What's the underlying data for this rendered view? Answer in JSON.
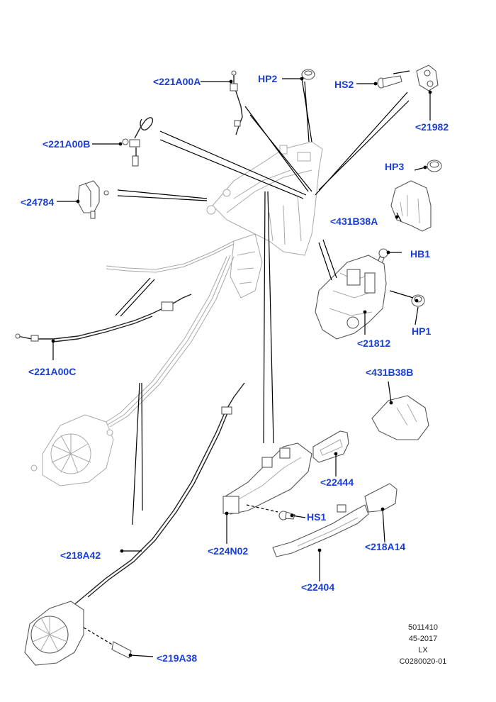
{
  "labels": {
    "c221A00A": "<221A00A",
    "hp2": "HP2",
    "hs2": "HS2",
    "c21982": "<21982",
    "c221A00B": "<221A00B",
    "hp3": "HP3",
    "c24784": "<24784",
    "c431B38A": "<431B38A",
    "hb1": "HB1",
    "hp1": "HP1",
    "c21812": "<21812",
    "c221A00C": "<221A00C",
    "c431B38B": "<431B38B",
    "c22444": "<22444",
    "hs1": "HS1",
    "c224N02": "<224N02",
    "c218A14": "<218A14",
    "c218A42": "<218A42",
    "c22404": "<22404",
    "c219A38": "<219A38"
  },
  "info": {
    "line1": "5011410",
    "line2": "45-2017",
    "line3": "LX",
    "line4": "C0280020-01"
  },
  "colors": {
    "label": "#1a3fd6",
    "ghost_part": "#a8a8a8",
    "part": "#555555"
  }
}
